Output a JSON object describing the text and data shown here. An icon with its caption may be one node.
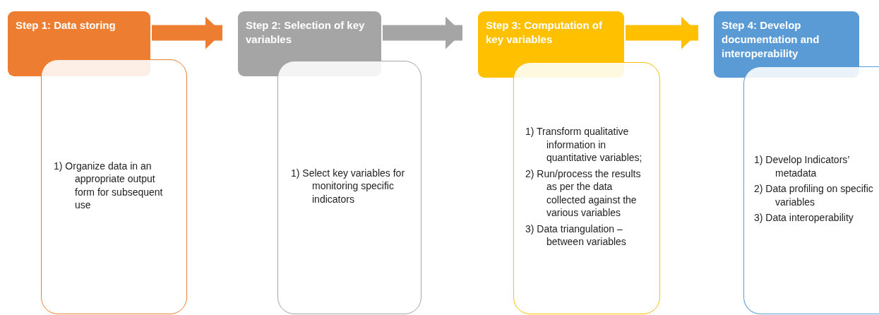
{
  "diagram": {
    "nodes": [
      {
        "text": [
          "Step 1: Data storing"
        ]
      },
      {
        "text": [
          "1) Organize data in an appropriate output form for subsequent use"
        ]
      },
      {
        "text": [
          "Step 2: Selection of key variables"
        ]
      },
      {
        "text": [
          "1) Select key variables for monitoring specific indicators"
        ]
      },
      {
        "text": [
          "Step 3: Computation of key variables"
        ]
      },
      {
        "text": [
          "1) Transform qualitative information in quantitative variables;",
          "2) Run/process the results as per the data collected against the various variables",
          "3) Data triangulation – between variables"
        ]
      },
      {
        "text": [
          "Step 4: Develop documentation and interoperability"
        ]
      },
      {
        "text": [
          "1) Develop Indicators’ metadata",
          "2) Data profiling on specific variables",
          "3) Data interoperability"
        ]
      }
    ],
    "edges": [
      {
        "from": 0,
        "to": 2,
        "arrow": "to",
        "color": "#ed7d31"
      },
      {
        "from": 2,
        "to": 4,
        "arrow": "to",
        "color": "#a5a5a5"
      },
      {
        "from": 4,
        "to": 6,
        "arrow": "to",
        "color": "#ffc000"
      }
    ]
  }
}
